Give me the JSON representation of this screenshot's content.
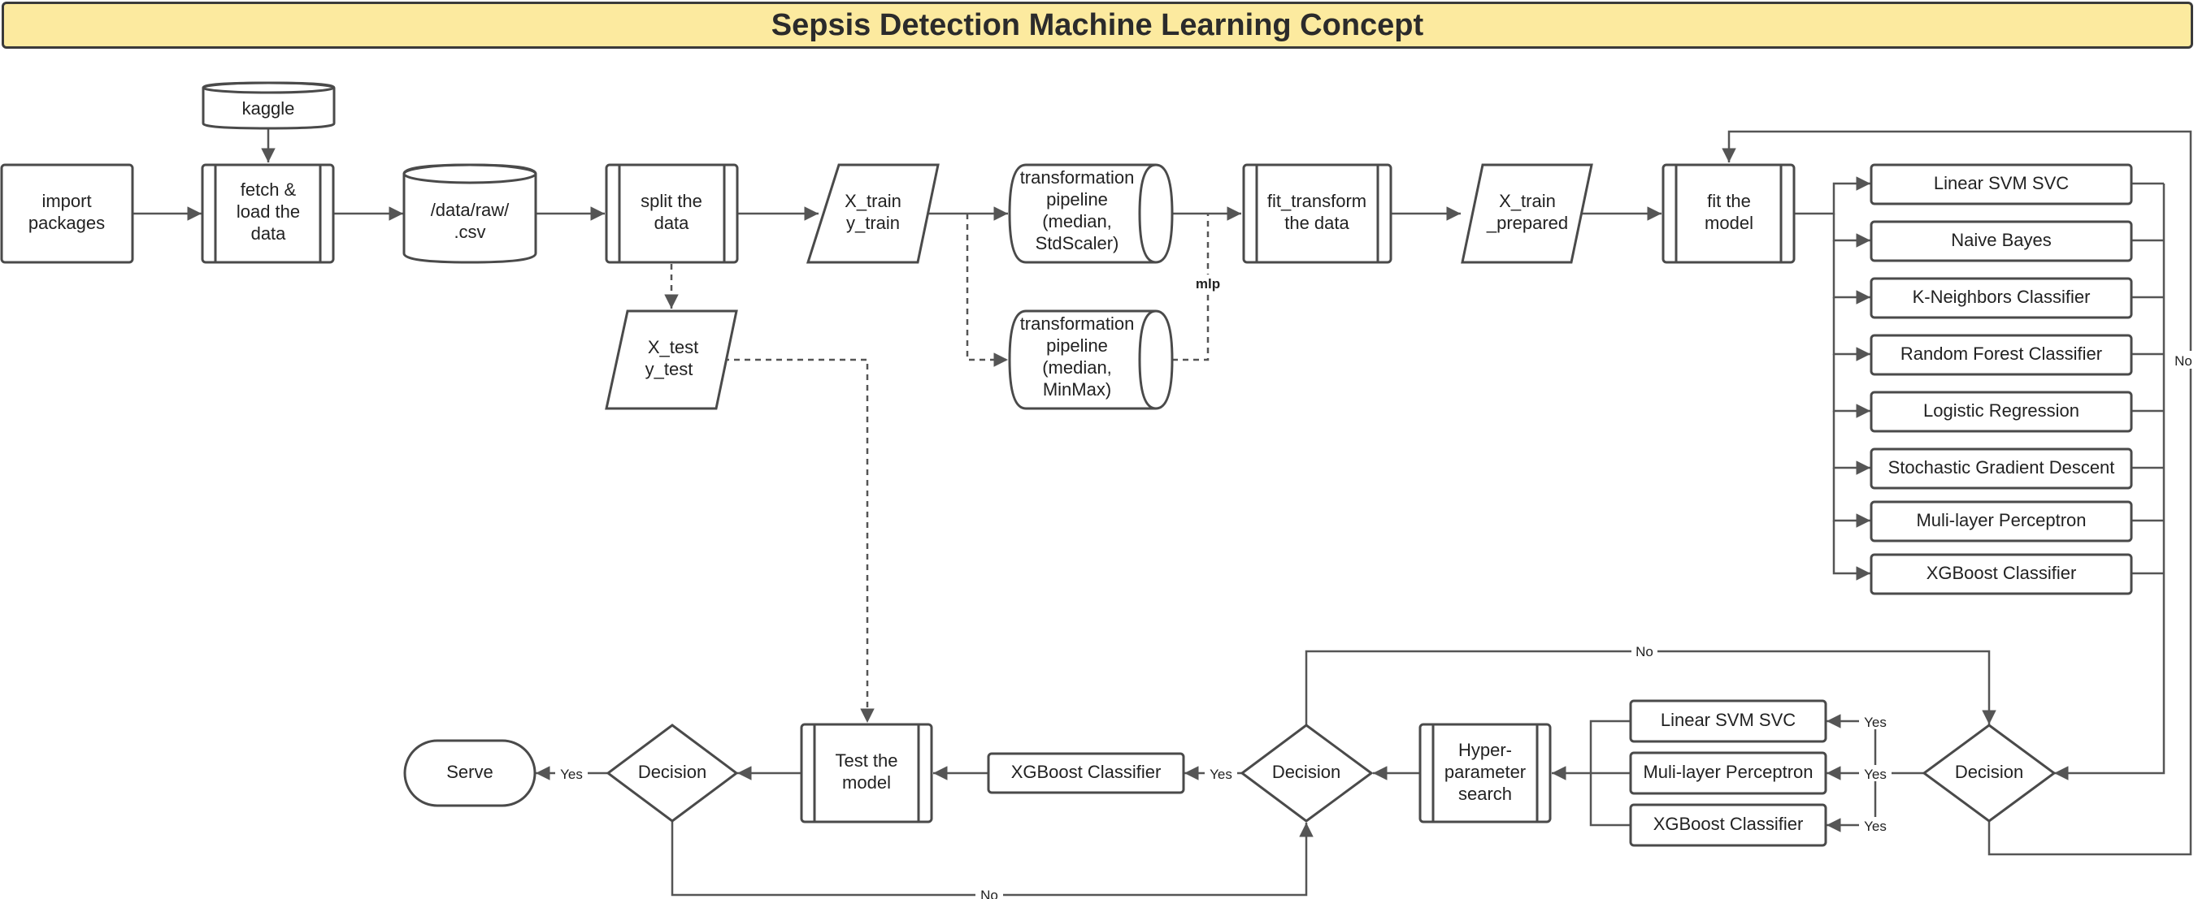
{
  "title": "Sepsis Detection Machine Learning Concept",
  "nodes": {
    "kaggle": "kaggle",
    "import": [
      "import",
      "packages"
    ],
    "fetch": [
      "fetch &",
      "load the",
      "data"
    ],
    "csv": [
      "/data/raw/",
      ".csv"
    ],
    "split": [
      "split the",
      "data"
    ],
    "xtrain": [
      "X_train",
      "y_train"
    ],
    "xtest": [
      "X_test",
      "y_test"
    ],
    "pipe_std": [
      "transformation",
      "pipeline",
      "(median,",
      "StdScaler)"
    ],
    "pipe_minmax": [
      "transformation",
      "pipeline",
      "(median,",
      "MinMax)"
    ],
    "fit_transform": [
      "fit_transform",
      "the data"
    ],
    "xtrain_prep": [
      "X_train",
      "_prepared"
    ],
    "fit_model": [
      "fit the",
      "model"
    ],
    "models": [
      "Linear SVM SVC",
      "Naive Bayes",
      "K-Neighbors Classifier",
      "Random Forest Classifier",
      "Logistic Regression",
      "Stochastic Gradient Descent",
      "Muli-layer Perceptron",
      "XGBoost Classifier"
    ],
    "decision": "Decision",
    "selected": [
      "Linear SVM SVC",
      "Muli-layer Perceptron",
      "XGBoost Classifier"
    ],
    "hyper": [
      "Hyper-",
      "parameter",
      "search"
    ],
    "final_model": "XGBoost Classifier",
    "test": [
      "Test the",
      "model"
    ],
    "serve": "Serve"
  },
  "labels": {
    "yes": "Yes",
    "no": "No",
    "mlp": "mlp"
  }
}
